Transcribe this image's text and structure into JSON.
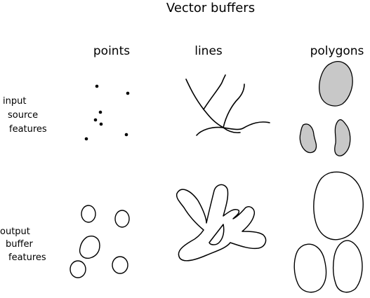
{
  "title": "Vector buffers",
  "columns": {
    "points": "points",
    "lines": "lines",
    "polygons": "polygons"
  },
  "rows": {
    "input": [
      "input",
      "source",
      "features"
    ],
    "output": [
      "output",
      "buffer",
      "features"
    ]
  },
  "colors": {
    "stroke": "#000000",
    "polygon_fill": "#c8c8c8",
    "background": "#ffffff"
  }
}
